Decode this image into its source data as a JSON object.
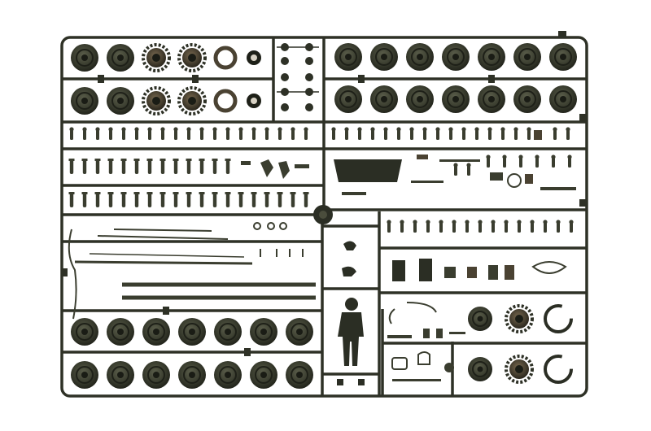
{
  "image": {
    "subject": "plastic-model-kit-sprue",
    "colors": {
      "background": "#ffffff",
      "plastic": "#3a3d2f",
      "frame": "#2e3126",
      "highlight": "#5a5d4a",
      "hole": "#d8d2c4"
    },
    "parts": {
      "upper_left_wheels_row1": 4,
      "upper_left_sprockets_row1": 2,
      "upper_right_wheels_row1": 7,
      "upper_right_wheels_row2": 7,
      "lower_left_wheels_row1": 7,
      "lower_left_wheels_row2": 7,
      "lower_right_rings": 2,
      "figures": 1
    }
  }
}
